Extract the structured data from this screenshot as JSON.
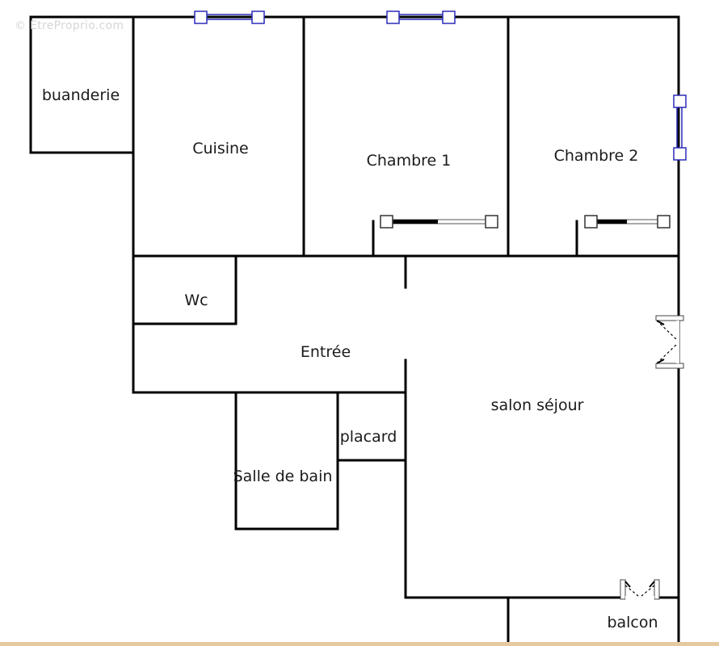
{
  "watermark": "© EtreProprio.com",
  "colors": {
    "wall": "#000000",
    "window": "#2b2bb8",
    "door_fixture": "#555555",
    "bottom_band": "#e6c9a0",
    "background": "#ffffff"
  },
  "rooms": {
    "buanderie": "buanderie",
    "cuisine": "Cuisine",
    "chambre1": "Chambre 1",
    "chambre2": "Chambre 2",
    "wc": "Wc",
    "entree": "Entrée",
    "salon": "salon séjour",
    "placard": "placard",
    "salle_de_bain": "Salle de bain",
    "balcon": "balcon"
  }
}
